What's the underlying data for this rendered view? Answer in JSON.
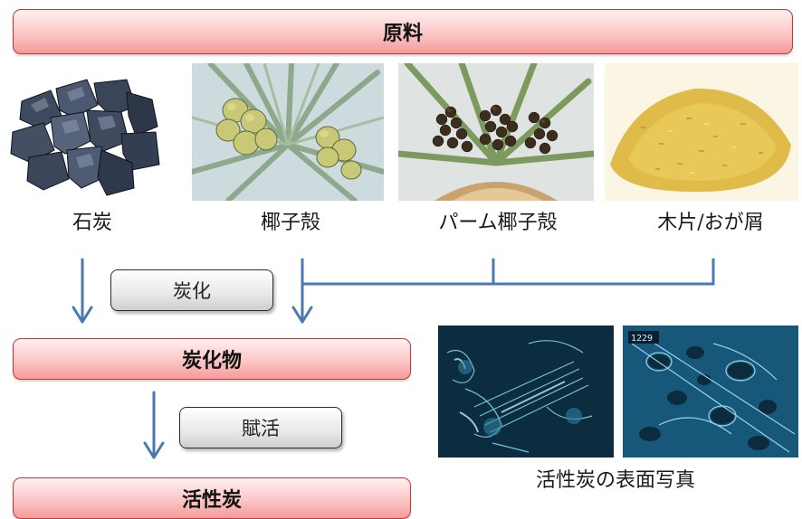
{
  "header": {
    "title": "原料"
  },
  "materials": [
    {
      "label": "石炭",
      "image": "coal-image"
    },
    {
      "label": "椰子殻",
      "image": "coconut-tree-image"
    },
    {
      "label": "パーム椰子殻",
      "image": "palm-fruit-image"
    },
    {
      "label": "木片/おが屑",
      "image": "sawdust-image"
    }
  ],
  "process": {
    "step1_label": "炭化",
    "intermediate": "炭化物",
    "step2_label": "賦活",
    "product": "活性炭"
  },
  "micrographs": {
    "caption": "活性炭の表面写真",
    "left_image": "surface-micrograph-image-1",
    "right_image": "surface-micrograph-image-2",
    "right_stamp": "1229"
  },
  "colors": {
    "arrow": "#4a78b4",
    "bar_border": "#c0393b",
    "bar_fill": "#fbc6c6"
  }
}
